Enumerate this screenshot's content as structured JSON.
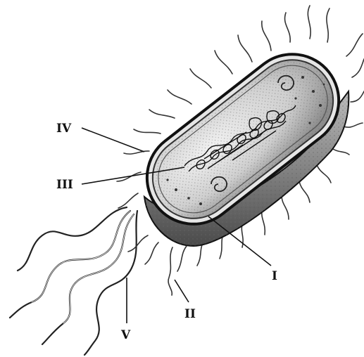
{
  "figure": {
    "labels": {
      "cell_wall": "I",
      "pili": "II",
      "nucleoid": "III",
      "capsule": "IV",
      "flagellum": "V"
    }
  },
  "colors": {
    "ink": "#111111",
    "cytoplasm_light": "#d9d9d9",
    "cytoplasm_shadow": "#8c8c8c",
    "background": "#ffffff"
  }
}
